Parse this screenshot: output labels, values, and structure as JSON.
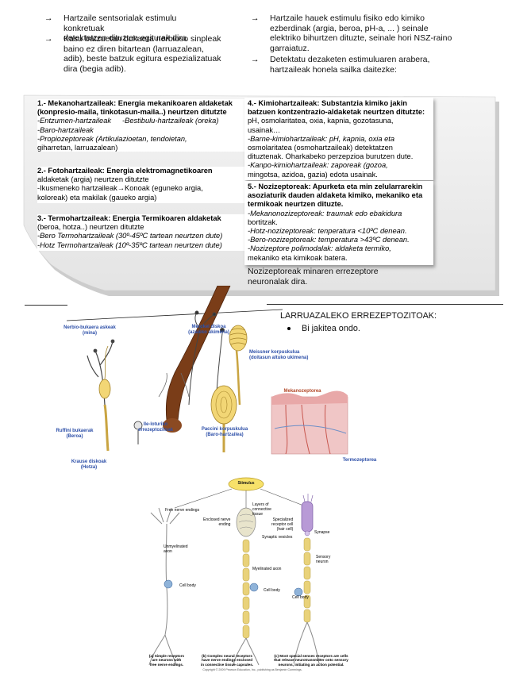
{
  "top_left_bullets": [
    {
      "arrow": "→",
      "lines": [
        "Hartzaile sentsorialak estimulu konkretuak",
        "detektatzen dituzten egiturak dira."
      ]
    },
    {
      "arrow": "→",
      "lines": [
        "Kasu batzuetan bukaera nerbioso sinpleak",
        "baino ez diren bitartean (larruazalean,",
        "adib), beste batzuk egitura espezializatuak",
        "dira (begia adib)."
      ]
    }
  ],
  "top_right_bullets": [
    {
      "arrow": "→",
      "lines": [
        "Hartzaile hauek estimulu fisiko edo kimiko",
        "ezberdinak (argia, beroa, pH-a, ... ) seinale",
        "elektriko bihurtzen dituzte, seinale hori NSZ-raino",
        "garraiatuz."
      ]
    },
    {
      "arrow": "→",
      "lines": [
        "Detektatu dezaketen estimuluaren arabera,",
        "hartzaileak honela sailka daitezke:"
      ]
    }
  ],
  "card1": {
    "head": "1.- Mekanohartzaileak: Energia mekanikoaren aldaketak",
    "line2": "(konpresio-maila, tinkotasun-maila..) neurtzen ditutzte",
    "a": "-Entzumen-hartzaileak",
    "b": "-Bestibulu-hartzaileak (oreka)",
    "c": "-Baro-hartzaileak",
    "d": "-Propiozeptoreak (Artikulazioetan, tendoietan,",
    "e": "giharretan, larruazalean)"
  },
  "card2": {
    "head": "2.- Fotohartzaileak: Energia elektromagnetikoaren",
    "line2": "aldaketak (argia) neurtzen ditutzte",
    "line3": "-Ikusmeneko hartzaileak→Konoak (eguneko argia,",
    "line4": "koloreak) eta makilak (gaueko argia)"
  },
  "card3": {
    "head": "3.- Termohartzaileak: Energia Termikoaren aldaketak",
    "line2": "(beroa, hotza..) neurtzen ditutzte",
    "line3": "-Bero Termohartzaileak (30º-45ºC tartean neurtzen dute)",
    "line4": "-Hotz Termohartzaileak (10º-35ºC tartean neurtzen dute)"
  },
  "card4": {
    "l1": "4.- Kimiohartzaileak: Substantzia kimiko jakin",
    "l2": "batzuen kontzentrazio-aldaketak neurtzen ditutzte:",
    "l3": "pH, osmolaritatea, oxia, kapnia, gozotasuna,",
    "l4": "usainak…",
    "l5": "-Barne-kimiohartzaileak: pH, kapnia, oxia eta",
    "l6": "osmolaritatea (osmohartzaileak) detektatzen",
    "l7": "dituztenak. Oharkabeko perzepzioa burutzen dute.",
    "l8": "-Kanpo-kimiohartzaileak: zaporeak (gozoa,",
    "l9": "mingotsa, azidoa, gazia) edota usainak."
  },
  "card5": {
    "l1": "5.- Nozizeptoreak: Apurketa eta min zelularrarekin",
    "l2": "asoziaturik dauden aldaketa kimiko, mekaniko eta",
    "l3": "termikoak neurtzen dituzte.",
    "l4": "-Mekanonozizeptoreak: traumak edo ebakidura",
    "l5": "bortitzak.",
    "l6": "-Hotz-nozizeptoreak: tenperatura <10ºC denean.",
    "l7": "-Bero-nozizeptoreak: temperatura >43ºC denean.",
    "l8": "-Nozizeptore polimodalak: aldaketa termiko,",
    "l9": "mekaniko eta kimikoak batera."
  },
  "noz_note": [
    "Nozizeptoreak minaren errezeptore",
    "neuronalak dira."
  ],
  "skin_heading": "LARRUAZALEKO ERREZEPTOZITOAK:",
  "skin_bullet": "Bi jakitea ondo.",
  "skin_labels": {
    "nerbio": [
      "Nerbio-bukaera askeak",
      "(mina)"
    ],
    "merckel": [
      "Merckel diskoa",
      "(azaleko ukimena)"
    ],
    "meissner": [
      "Meissner korpuskulua",
      "(doitasun altuko ukimena)"
    ],
    "mekano": "Mekanozeptorea",
    "ruffini": [
      "Ruffini bukaerak",
      "(Beroa)"
    ],
    "ile": [
      "Ile-loturiko",
      "errezeptozitoak"
    ],
    "paccini": [
      "Paccini korpuskulua",
      "(Baro-hartzailea)"
    ],
    "krause": [
      "Krause diskoak",
      "(Hotza)"
    ],
    "termo": "Termozeptorea"
  },
  "neuron_labels": {
    "stimulus": "Stimulus",
    "free": "Free nerve endings",
    "layers": [
      "Layers of",
      "connective",
      "tissue"
    ],
    "enclosed": [
      "Enclosed nerve",
      "ending"
    ],
    "specialized": [
      "Specialized",
      "receptor cell",
      "(hair cell)"
    ],
    "synapse": "Synapse",
    "vesicles": "Synaptic vesicles",
    "unmyel": [
      "Unmyelinated",
      "axon"
    ],
    "sensory": [
      "Sensory",
      "neuron"
    ],
    "myel": "Myelinated axon",
    "cellbody1": "Cell body",
    "cellbody2": "Cell body",
    "cellbody3": "Cell body",
    "cap_a": [
      "(a) Simple receptors",
      "are neurons with",
      "free nerve endings."
    ],
    "cap_b": [
      "(b) Complex neural receptors",
      "have nerve endings enclosed",
      "in connective tissue capsules."
    ],
    "cap_c": [
      "(c) Most special senses receptors are cells",
      "that release neurotransmitter onto sensory",
      "neurons, initiating an action potential."
    ],
    "copyright": "Copyright © 2009 Pearson Education, Inc., publishing as Benjamin Cummings."
  },
  "colors": {
    "label_blue": "#2d4fa8",
    "hair_brown": "#7a3d18",
    "nerve_yellow": "#e6c23a",
    "myelin": "#e9d27a",
    "cell_blue": "#8fb3d9",
    "receptor_purple": "#9a7bbd"
  }
}
